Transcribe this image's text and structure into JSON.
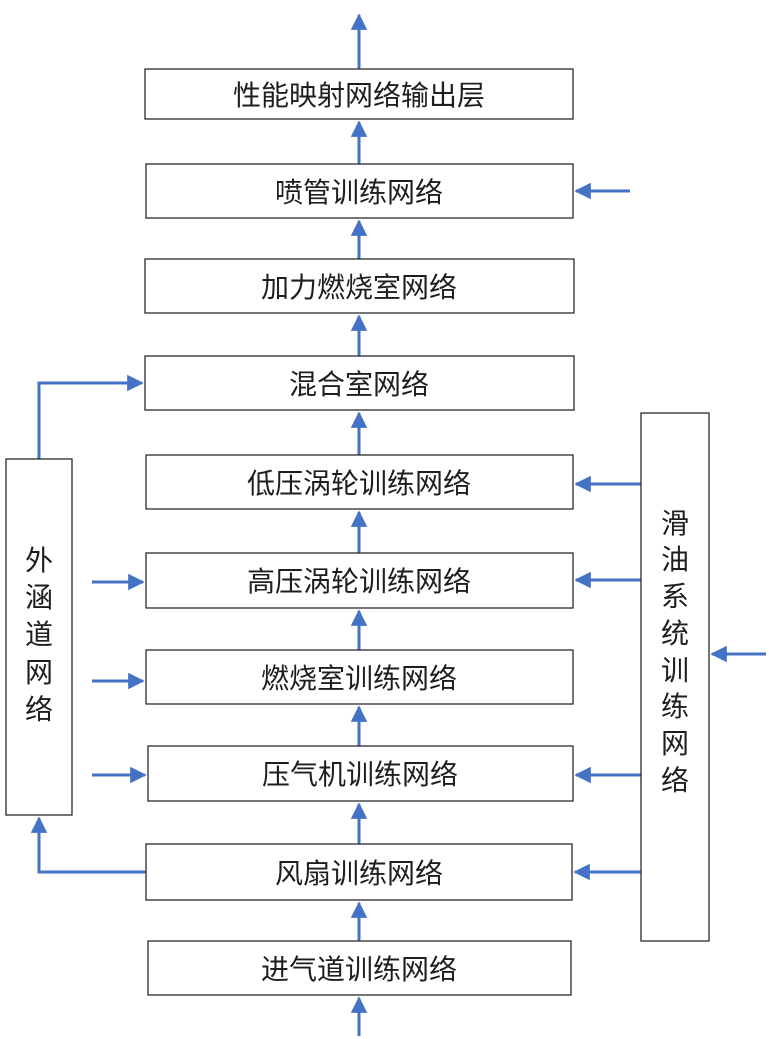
{
  "diagram": {
    "accent_color": "#4472c4",
    "main_chain": [
      {
        "id": "output",
        "label": "性能映射网络输出层"
      },
      {
        "id": "nozzle",
        "label": "喷管训练网络"
      },
      {
        "id": "afterburner",
        "label": "加力燃烧室网络"
      },
      {
        "id": "mixer",
        "label": "混合室网络"
      },
      {
        "id": "lpt",
        "label": "低压涡轮训练网络"
      },
      {
        "id": "hpt",
        "label": "高压涡轮训练网络"
      },
      {
        "id": "combustor",
        "label": "燃烧室训练网络"
      },
      {
        "id": "compressor",
        "label": "压气机训练网络"
      },
      {
        "id": "fan",
        "label": "风扇训练网络"
      },
      {
        "id": "inlet",
        "label": "进气道训练网络"
      }
    ],
    "bypass": {
      "id": "bypass",
      "label": "外涵道网络",
      "chars": [
        "外",
        "涵",
        "道",
        "网",
        "络"
      ]
    },
    "lube": {
      "id": "lube",
      "label": "滑油系统训练网络",
      "chars": [
        "滑",
        "油",
        "系",
        "统",
        "训",
        "练",
        "网",
        "络"
      ]
    },
    "edges": [
      {
        "from": "inlet",
        "to": "fan"
      },
      {
        "from": "fan",
        "to": "compressor"
      },
      {
        "from": "compressor",
        "to": "combustor"
      },
      {
        "from": "combustor",
        "to": "hpt"
      },
      {
        "from": "hpt",
        "to": "lpt"
      },
      {
        "from": "lpt",
        "to": "mixer"
      },
      {
        "from": "mixer",
        "to": "afterburner"
      },
      {
        "from": "afterburner",
        "to": "nozzle"
      },
      {
        "from": "nozzle",
        "to": "output"
      },
      {
        "from": "fan",
        "to": "bypass"
      },
      {
        "from": "bypass",
        "to": "mixer"
      },
      {
        "from": "bypass",
        "to": "hpt"
      },
      {
        "from": "bypass",
        "to": "combustor"
      },
      {
        "from": "bypass",
        "to": "compressor"
      },
      {
        "from": "lube",
        "to": "lpt"
      },
      {
        "from": "lube",
        "to": "hpt"
      },
      {
        "from": "lube",
        "to": "compressor"
      },
      {
        "from": "lube",
        "to": "fan"
      }
    ]
  }
}
